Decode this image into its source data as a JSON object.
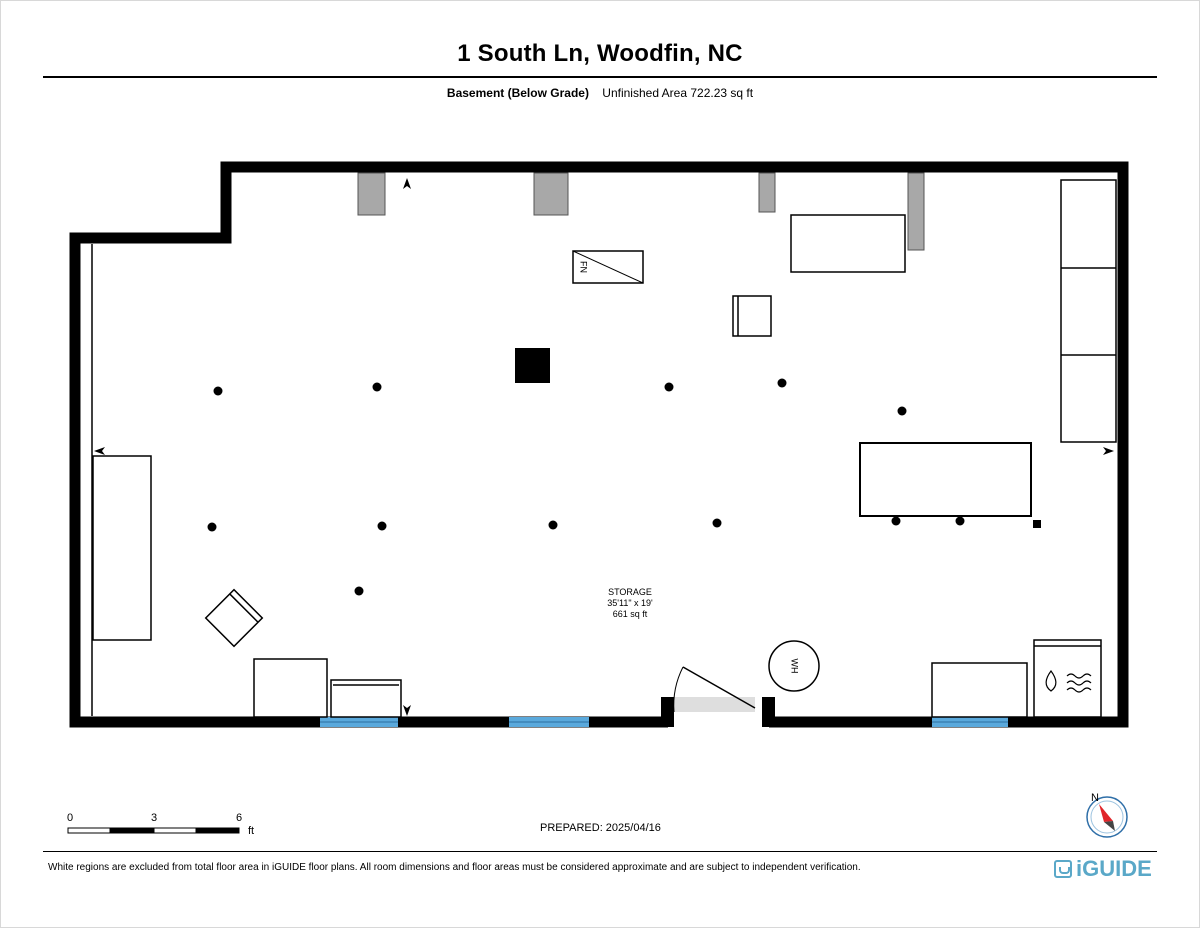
{
  "header": {
    "address": "1 South Ln, Woodfin, NC",
    "level_name": "Basement (Below Grade)",
    "area_text": "Unfinished Area 722.23 sq ft"
  },
  "room": {
    "name": "STORAGE",
    "dimensions": "35'11\" x 19'",
    "area": "661 sq ft"
  },
  "fixtures": {
    "furnace_label": "FN",
    "water_heater_label": "WH"
  },
  "scale_bar": {
    "labels": [
      "0",
      "3",
      "6"
    ],
    "unit": "ft"
  },
  "compass": {
    "north_label": "N"
  },
  "footer": {
    "prepared": "PREPARED: 2025/04/16",
    "disclaimer": "White regions are excluded from total floor area in iGUIDE floor plans. All room dimensions and floor areas must be considered approximate and are subject to independent verification.",
    "brand": "iGUIDE"
  },
  "colors": {
    "wall": "#000000",
    "window": "#5aa9dc",
    "column": "#a8a8a8",
    "brand": "#5aa8c8",
    "compass_needle": "#e0252a"
  }
}
